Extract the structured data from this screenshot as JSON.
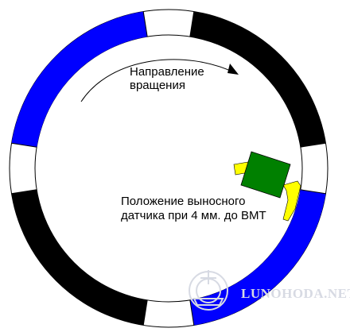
{
  "diagram": {
    "rotation_label": {
      "line1": "Направление",
      "line2": "вращения"
    },
    "sensor_label": {
      "line1": "Положение выносного",
      "line2": "датчика при   4 мм.  до ВМТ"
    },
    "watermark": "LUNOHODA.NET",
    "colors": {
      "blue_sector": "#0000ff",
      "black_sector": "#000000",
      "sensor_body": "#008000",
      "sensor_bracket": "#ffff00",
      "ring_outline": "#000000",
      "watermark": "#d7dae3"
    }
  }
}
